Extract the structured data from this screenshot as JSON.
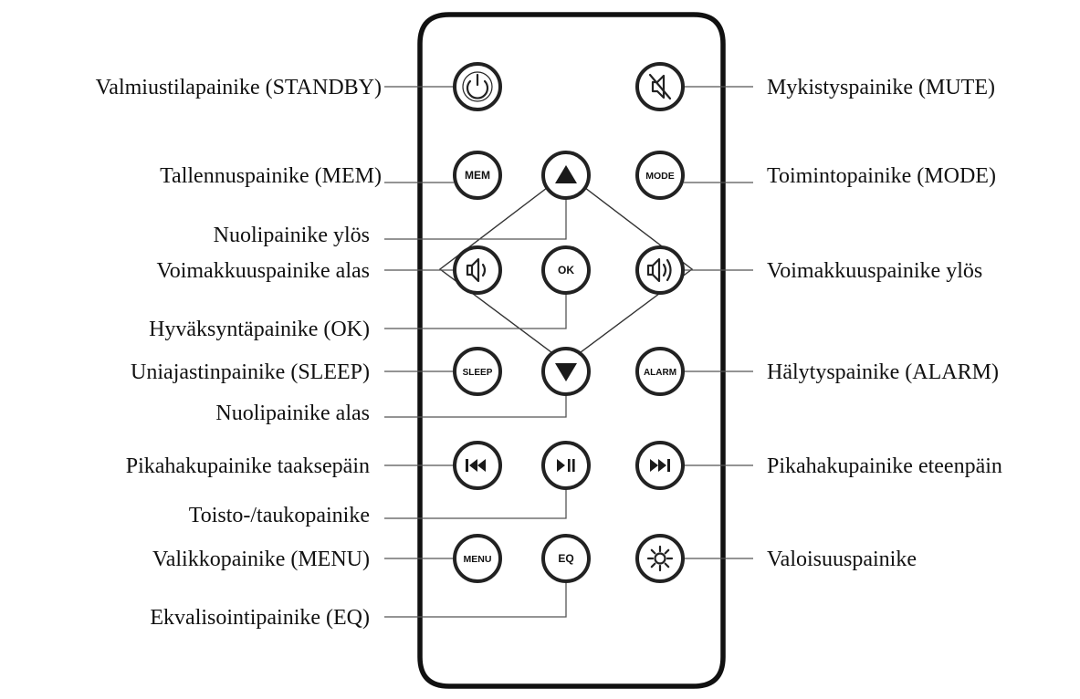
{
  "buttons": [
    {
      "id": "standby",
      "icon": "power-icon"
    },
    {
      "id": "mute",
      "icon": "speaker-mute-icon"
    },
    {
      "id": "mem",
      "text": "MEM"
    },
    {
      "id": "up",
      "icon": "triangle-up-icon"
    },
    {
      "id": "mode",
      "text": "MODE"
    },
    {
      "id": "vol-down",
      "icon": "speaker-low-icon"
    },
    {
      "id": "ok",
      "text": "OK"
    },
    {
      "id": "vol-up",
      "icon": "speaker-high-icon"
    },
    {
      "id": "sleep",
      "text": "SLEEP"
    },
    {
      "id": "down",
      "icon": "triangle-down-icon"
    },
    {
      "id": "alarm",
      "text": "ALARM"
    },
    {
      "id": "prev",
      "icon": "skip-back-icon"
    },
    {
      "id": "playpause",
      "icon": "play-pause-icon"
    },
    {
      "id": "next",
      "icon": "skip-forward-icon"
    },
    {
      "id": "menu",
      "text": "MENU"
    },
    {
      "id": "eq",
      "text": "EQ"
    },
    {
      "id": "brightness",
      "icon": "sun-icon"
    }
  ],
  "labels": [
    {
      "id": "standby",
      "text": "Valmiustilapainike (STANDBY)"
    },
    {
      "id": "mute",
      "text": "Mykistyspainike (MUTE)"
    },
    {
      "id": "mem",
      "text": "Tallennuspainike (MEM)"
    },
    {
      "id": "mode",
      "text": "Toimintopainike (MODE)"
    },
    {
      "id": "up",
      "text": "Nuolipainike ylös"
    },
    {
      "id": "vol-down",
      "text": "Voimakkuuspainike alas"
    },
    {
      "id": "vol-up",
      "text": "Voimakkuuspainike ylös"
    },
    {
      "id": "ok",
      "text": "Hyväksyntäpainike (OK)"
    },
    {
      "id": "sleep",
      "text": "Uniajastinpainike (SLEEP)"
    },
    {
      "id": "alarm",
      "text": "Hälytyspainike (ALARM)"
    },
    {
      "id": "down",
      "text": "Nuolipainike alas"
    },
    {
      "id": "prev",
      "text": "Pikahakupainike taaksepäin"
    },
    {
      "id": "next",
      "text": "Pikahakupainike eteenpäin"
    },
    {
      "id": "playpause",
      "text": "Toisto-/taukopainike"
    },
    {
      "id": "menu",
      "text": "Valikkopainike (MENU)"
    },
    {
      "id": "brightness",
      "text": "Valoisuuspainike"
    },
    {
      "id": "eq",
      "text": "Ekvalisointipainike (EQ)"
    }
  ]
}
